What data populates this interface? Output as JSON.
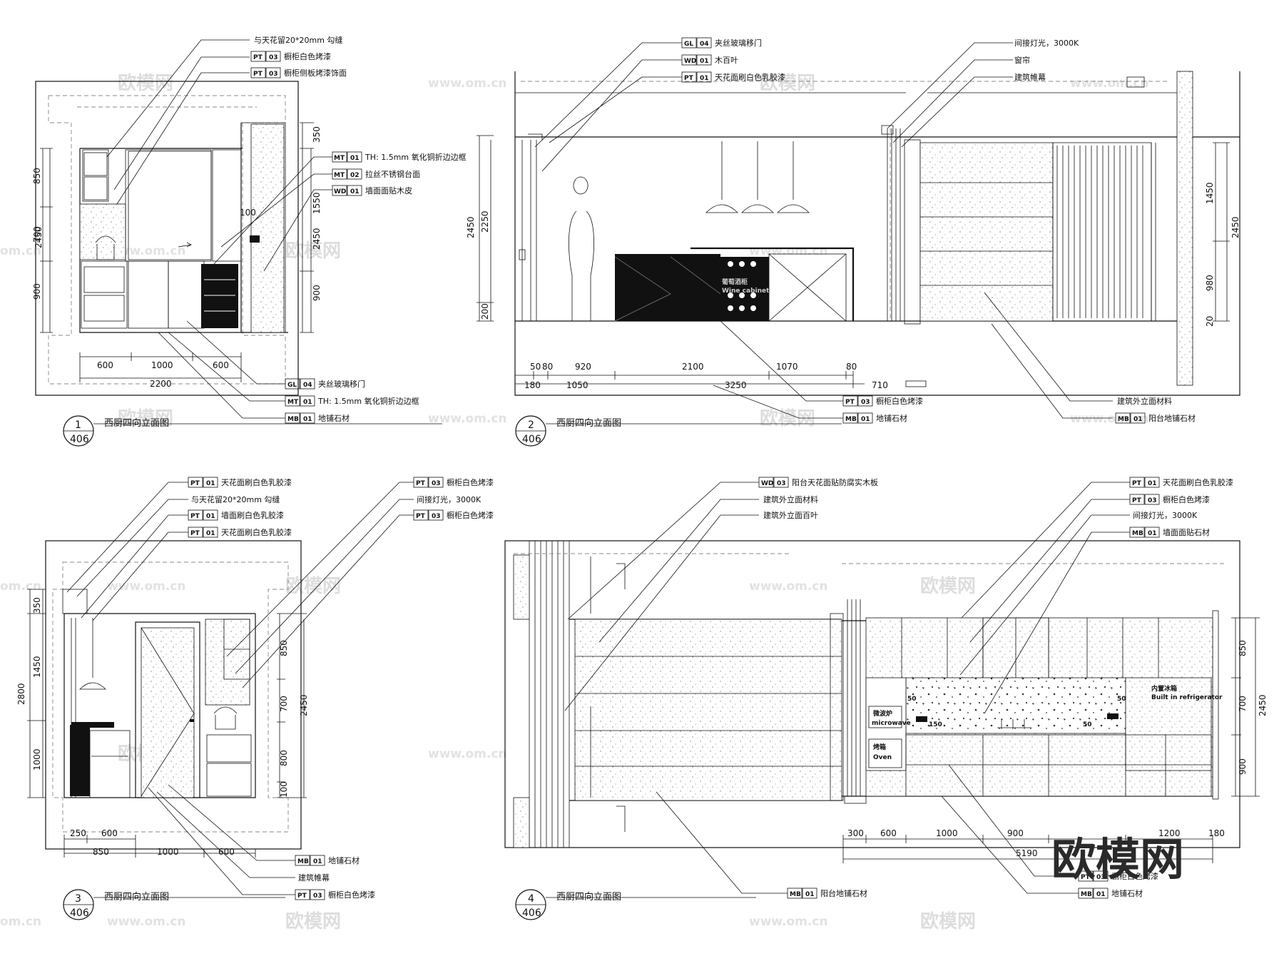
{
  "watermark": {
    "brand": "欧模网",
    "url": "www.om.cn",
    "url_fragment": "om.cn"
  },
  "panel1": {
    "number": "1",
    "sheet": "406",
    "title": "西厨四向立面图",
    "top_notes": [
      {
        "code": "",
        "idx": "",
        "text": "与天花留20*20mm 勾缝"
      },
      {
        "code": "PT",
        "idx": "03",
        "text": "橱柜白色烤漆"
      },
      {
        "code": "PT",
        "idx": "03",
        "text": "橱柜侧板烤漆饰面"
      }
    ],
    "right_notes": [
      {
        "code": "MT",
        "idx": "01",
        "text": "TH: 1.5mm 氧化铜折边边框"
      },
      {
        "code": "MT",
        "idx": "02",
        "text": "拉丝不锈钢台面"
      },
      {
        "code": "WD",
        "idx": "01",
        "text": "墙面面贴木皮"
      }
    ],
    "bottom_notes": [
      {
        "code": "GL",
        "idx": "04",
        "text": "夹丝玻璃移门"
      },
      {
        "code": "MT",
        "idx": "01",
        "text": "TH: 1.5mm 氧化铜折边边框"
      },
      {
        "code": "MB",
        "idx": "01",
        "text": "地铺石材"
      }
    ],
    "dims_bottom": [
      "600",
      "1000",
      "600"
    ],
    "dim_total": "2200",
    "dims_left": [
      "850",
      "700",
      "900"
    ],
    "dim_left_total": "2450",
    "dims_right": [
      "350",
      "1550",
      "900"
    ],
    "dim_right_total": "2450",
    "small_dim": "100"
  },
  "panel2": {
    "number": "2",
    "sheet": "406",
    "title": "西厨四向立面图",
    "top_notes": [
      {
        "code": "GL",
        "idx": "04",
        "text": "夹丝玻璃移门"
      },
      {
        "code": "WD",
        "idx": "01",
        "text": "木百叶"
      },
      {
        "code": "PT",
        "idx": "01",
        "text": "天花面刷白色乳胶漆"
      }
    ],
    "top_right_notes": [
      {
        "text": "间接灯光，3000K"
      },
      {
        "text": "窗帘"
      },
      {
        "text": "建筑帷幕"
      }
    ],
    "bottom_notes": [
      {
        "code": "PT",
        "idx": "03",
        "text": "橱柜白色烤漆"
      },
      {
        "code": "MB",
        "idx": "01",
        "text": "地铺石材"
      }
    ],
    "bottom_right_notes": [
      {
        "code": "",
        "idx": "",
        "text": "建筑外立面材料"
      },
      {
        "code": "MB",
        "idx": "01",
        "text": "阳台地铺石材"
      }
    ],
    "dims_row1": [
      "50",
      "80",
      "920",
      "2100",
      "1070",
      "80"
    ],
    "dims_row2": [
      "180",
      "1050",
      "3250",
      "710"
    ],
    "dims_left": [
      "2450",
      "2250",
      "200"
    ],
    "dims_right": [
      "1450",
      "2450",
      "980",
      "20"
    ],
    "wine_label": "葡萄酒柜",
    "wine_label_en": "Wine cabinet"
  },
  "panel3": {
    "number": "3",
    "sheet": "406",
    "title": "西厨四向立面图",
    "top_notes": [
      {
        "code": "PT",
        "idx": "01",
        "text": "天花面刷白色乳胶漆"
      },
      {
        "code": "",
        "idx": "",
        "text": "与天花留20*20mm 勾缝"
      },
      {
        "code": "PT",
        "idx": "01",
        "text": "墙面刷白色乳胶漆"
      },
      {
        "code": "PT",
        "idx": "01",
        "text": "天花面刷白色乳胶漆"
      }
    ],
    "top_right_notes": [
      {
        "code": "PT",
        "idx": "03",
        "text": "橱柜白色烤漆"
      },
      {
        "code": "",
        "idx": "",
        "text": "间接灯光，3000K"
      },
      {
        "code": "PT",
        "idx": "03",
        "text": "橱柜白色烤漆"
      }
    ],
    "bottom_notes": [
      {
        "code": "MB",
        "idx": "01",
        "text": "地铺石材"
      },
      {
        "code": "",
        "idx": "",
        "text": "建筑帷幕"
      },
      {
        "code": "PT",
        "idx": "03",
        "text": "橱柜白色烤漆"
      }
    ],
    "dims_row1": [
      "250",
      "600"
    ],
    "dims_row2": [
      "850",
      "1000",
      "600"
    ],
    "dims_left": [
      "350",
      "1450",
      "2800",
      "1000"
    ],
    "dims_right": [
      "850",
      "700",
      "2450",
      "800",
      "100"
    ]
  },
  "panel4": {
    "number": "4",
    "sheet": "406",
    "title": "西厨四向立面图",
    "top_notes": [
      {
        "code": "WD",
        "idx": "03",
        "text": "阳台天花面贴防腐实木板"
      },
      {
        "code": "",
        "idx": "",
        "text": "建筑外立面材料"
      },
      {
        "code": "",
        "idx": "",
        "text": "建筑外立面百叶"
      }
    ],
    "top_right_notes": [
      {
        "code": "PT",
        "idx": "01",
        "text": "天花面刷白色乳胶漆"
      },
      {
        "code": "PT",
        "idx": "03",
        "text": "橱柜白色烤漆"
      },
      {
        "code": "",
        "idx": "",
        "text": "间接灯光，3000K"
      },
      {
        "code": "MB",
        "idx": "01",
        "text": "墙面面贴石材"
      }
    ],
    "bottom_notes": [
      {
        "code": "MB",
        "idx": "01",
        "text": "阳台地铺石材"
      }
    ],
    "bottom_right_notes": [
      {
        "code": "PT",
        "idx": "03",
        "text": "橱柜白色烤漆"
      },
      {
        "code": "MB",
        "idx": "01",
        "text": "地铺石材"
      }
    ],
    "dims_row1": [
      "300",
      "600",
      "1000",
      "900",
      "1200",
      "180"
    ],
    "dim_total": "5190",
    "dims_right": [
      "850",
      "700",
      "2450",
      "900"
    ],
    "micro_cn": "微波炉",
    "micro_en": "microwave",
    "oven_cn": "烤箱",
    "oven_en": "Oven",
    "fridge_cn": "内置冰箱",
    "fridge_en": "Built in refrigerator",
    "small_dims": [
      "50",
      "50",
      "150",
      "50"
    ]
  }
}
